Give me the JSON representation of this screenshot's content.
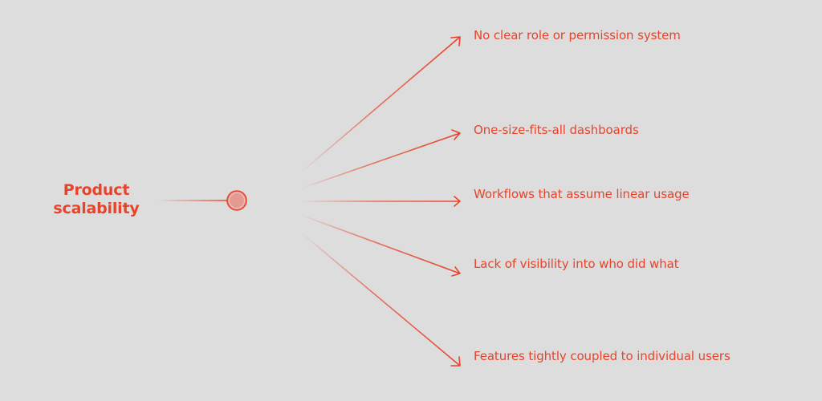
{
  "root": {
    "label_line1": "Product",
    "label_line2": "scalability"
  },
  "branches": [
    {
      "label": "No clear role or permission system"
    },
    {
      "label": "One-size-fits-all dashboards"
    },
    {
      "label": "Workflows that assume linear usage"
    },
    {
      "label": "Lack of visibility into who did what"
    },
    {
      "label": "Features tightly coupled to individual users"
    }
  ],
  "colors": {
    "background": "#dcdddc",
    "accent": "#e8432b",
    "node_fill": "#e49a92"
  }
}
